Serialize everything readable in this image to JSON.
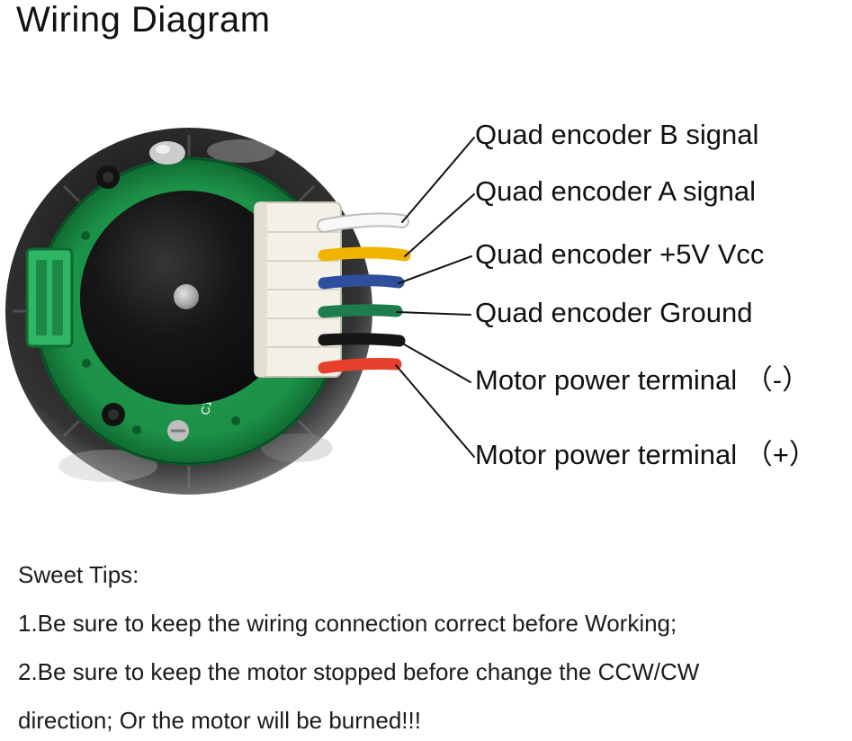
{
  "title": "Wiring Diagram",
  "connections": [
    {
      "label": "Quad encoder B signal",
      "wire": "white-wire",
      "wire_color": "#f8f8f8"
    },
    {
      "label": "Quad encoder A signal",
      "wire": "yellow-wire",
      "wire_color": "#f0b400"
    },
    {
      "label": "Quad encoder +5V Vcc",
      "wire": "blue-wire",
      "wire_color": "#2e4f9e"
    },
    {
      "label": "Quad encoder Ground",
      "wire": "green-wire",
      "wire_color": "#1e7d4c"
    },
    {
      "label": "Motor power terminal （-）",
      "wire": "black-wire",
      "wire_color": "#161616"
    },
    {
      "label": "Motor power terminal （+）",
      "wire": "red-wire",
      "wire_color": "#e6402c"
    }
  ],
  "pcb": {
    "silkscreen": "C1",
    "board_color": "#1f9b4d",
    "motor_color": "#0a0a0a"
  },
  "tips": {
    "heading": "Sweet Tips:",
    "lines": [
      "1.Be sure to keep the wiring connection correct before Working;",
      "2.Be sure to keep the motor stopped before change the CCW/CW",
      "direction; Or the motor will be burned!!!"
    ]
  }
}
